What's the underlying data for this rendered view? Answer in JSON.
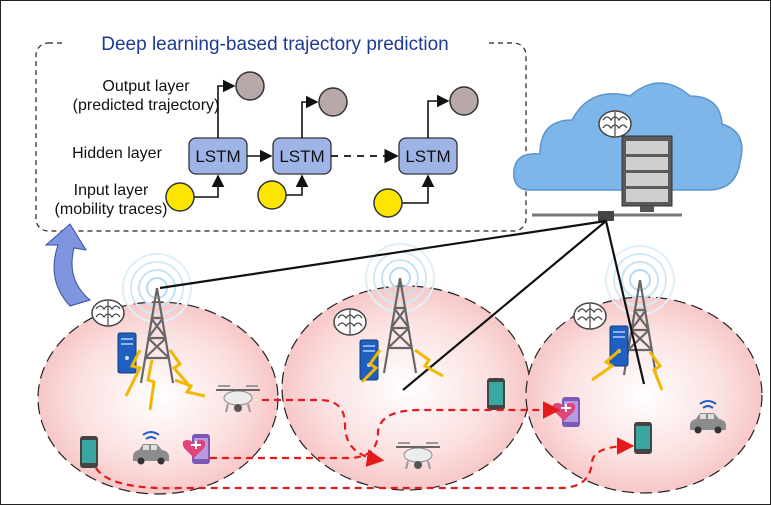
{
  "panel": {
    "title": "Deep learning-based trajectory prediction",
    "output_layer_line1": "Output layer",
    "output_layer_line2": "(predicted trajectory)",
    "hidden_layer": "Hidden layer",
    "input_layer_line1": "Input layer",
    "input_layer_line2": "(mobility traces)",
    "lstm_label": "LSTM"
  },
  "colors": {
    "lstm_fill": "#9fb4e6",
    "output_node": "#b9a8a8",
    "input_node": "#ffe600",
    "cell_fill": "#f8cccc",
    "cloud": "#7fb6ea",
    "trajectory": "#e41a1c",
    "signal": "#f2b705",
    "arrow_blue": "#7f95e0"
  },
  "icons": [
    "brain-icon",
    "server-icon",
    "cell-tower-icon",
    "cloud-icon",
    "drone-icon",
    "smartphone-icon",
    "car-icon",
    "health-phone-icon",
    "wifi-icon"
  ]
}
